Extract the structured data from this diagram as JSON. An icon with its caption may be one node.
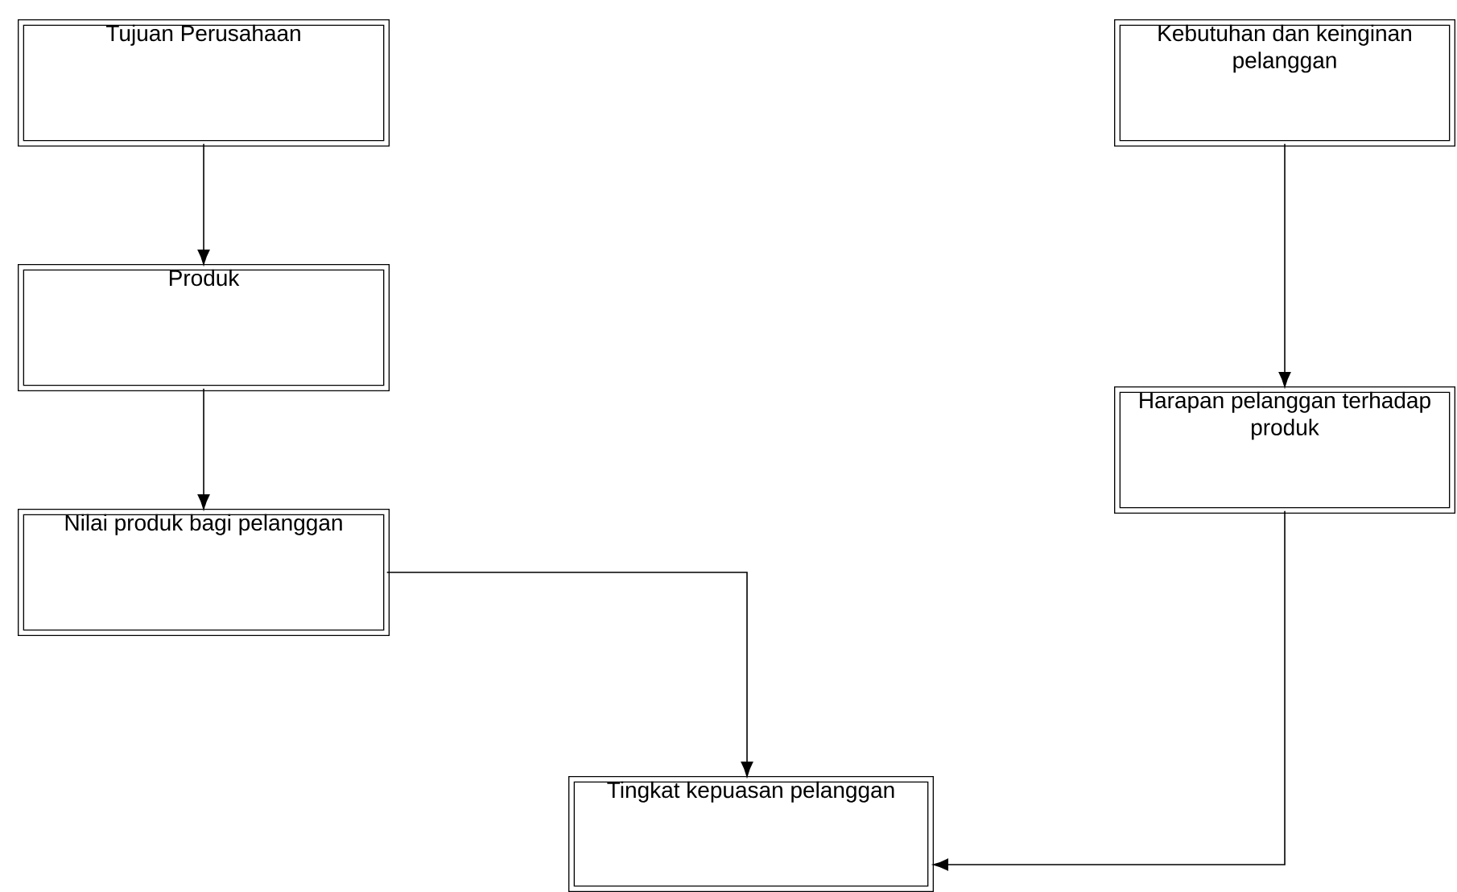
{
  "diagram": {
    "nodes": [
      {
        "text": [
          "Tujuan Perusahaan"
        ]
      },
      {
        "text": [
          "Produk"
        ]
      },
      {
        "text": [
          "Nilai produk bagi pelanggan"
        ]
      },
      {
        "text": [
          "Kebutuhan dan keinginan pelanggan"
        ]
      },
      {
        "text": [
          "Harapan pelanggan terhadap produk"
        ]
      },
      {
        "text": [
          "Tingkat kepuasan pelanggan"
        ]
      }
    ],
    "edges": [
      {
        "from": 0,
        "to": 1,
        "arrow": "to"
      },
      {
        "from": 1,
        "to": 2,
        "arrow": "to"
      },
      {
        "from": 3,
        "to": 4,
        "arrow": "to"
      },
      {
        "from": 2,
        "to": 5,
        "arrow": "to"
      },
      {
        "from": 4,
        "to": 5,
        "arrow": "to"
      }
    ]
  }
}
